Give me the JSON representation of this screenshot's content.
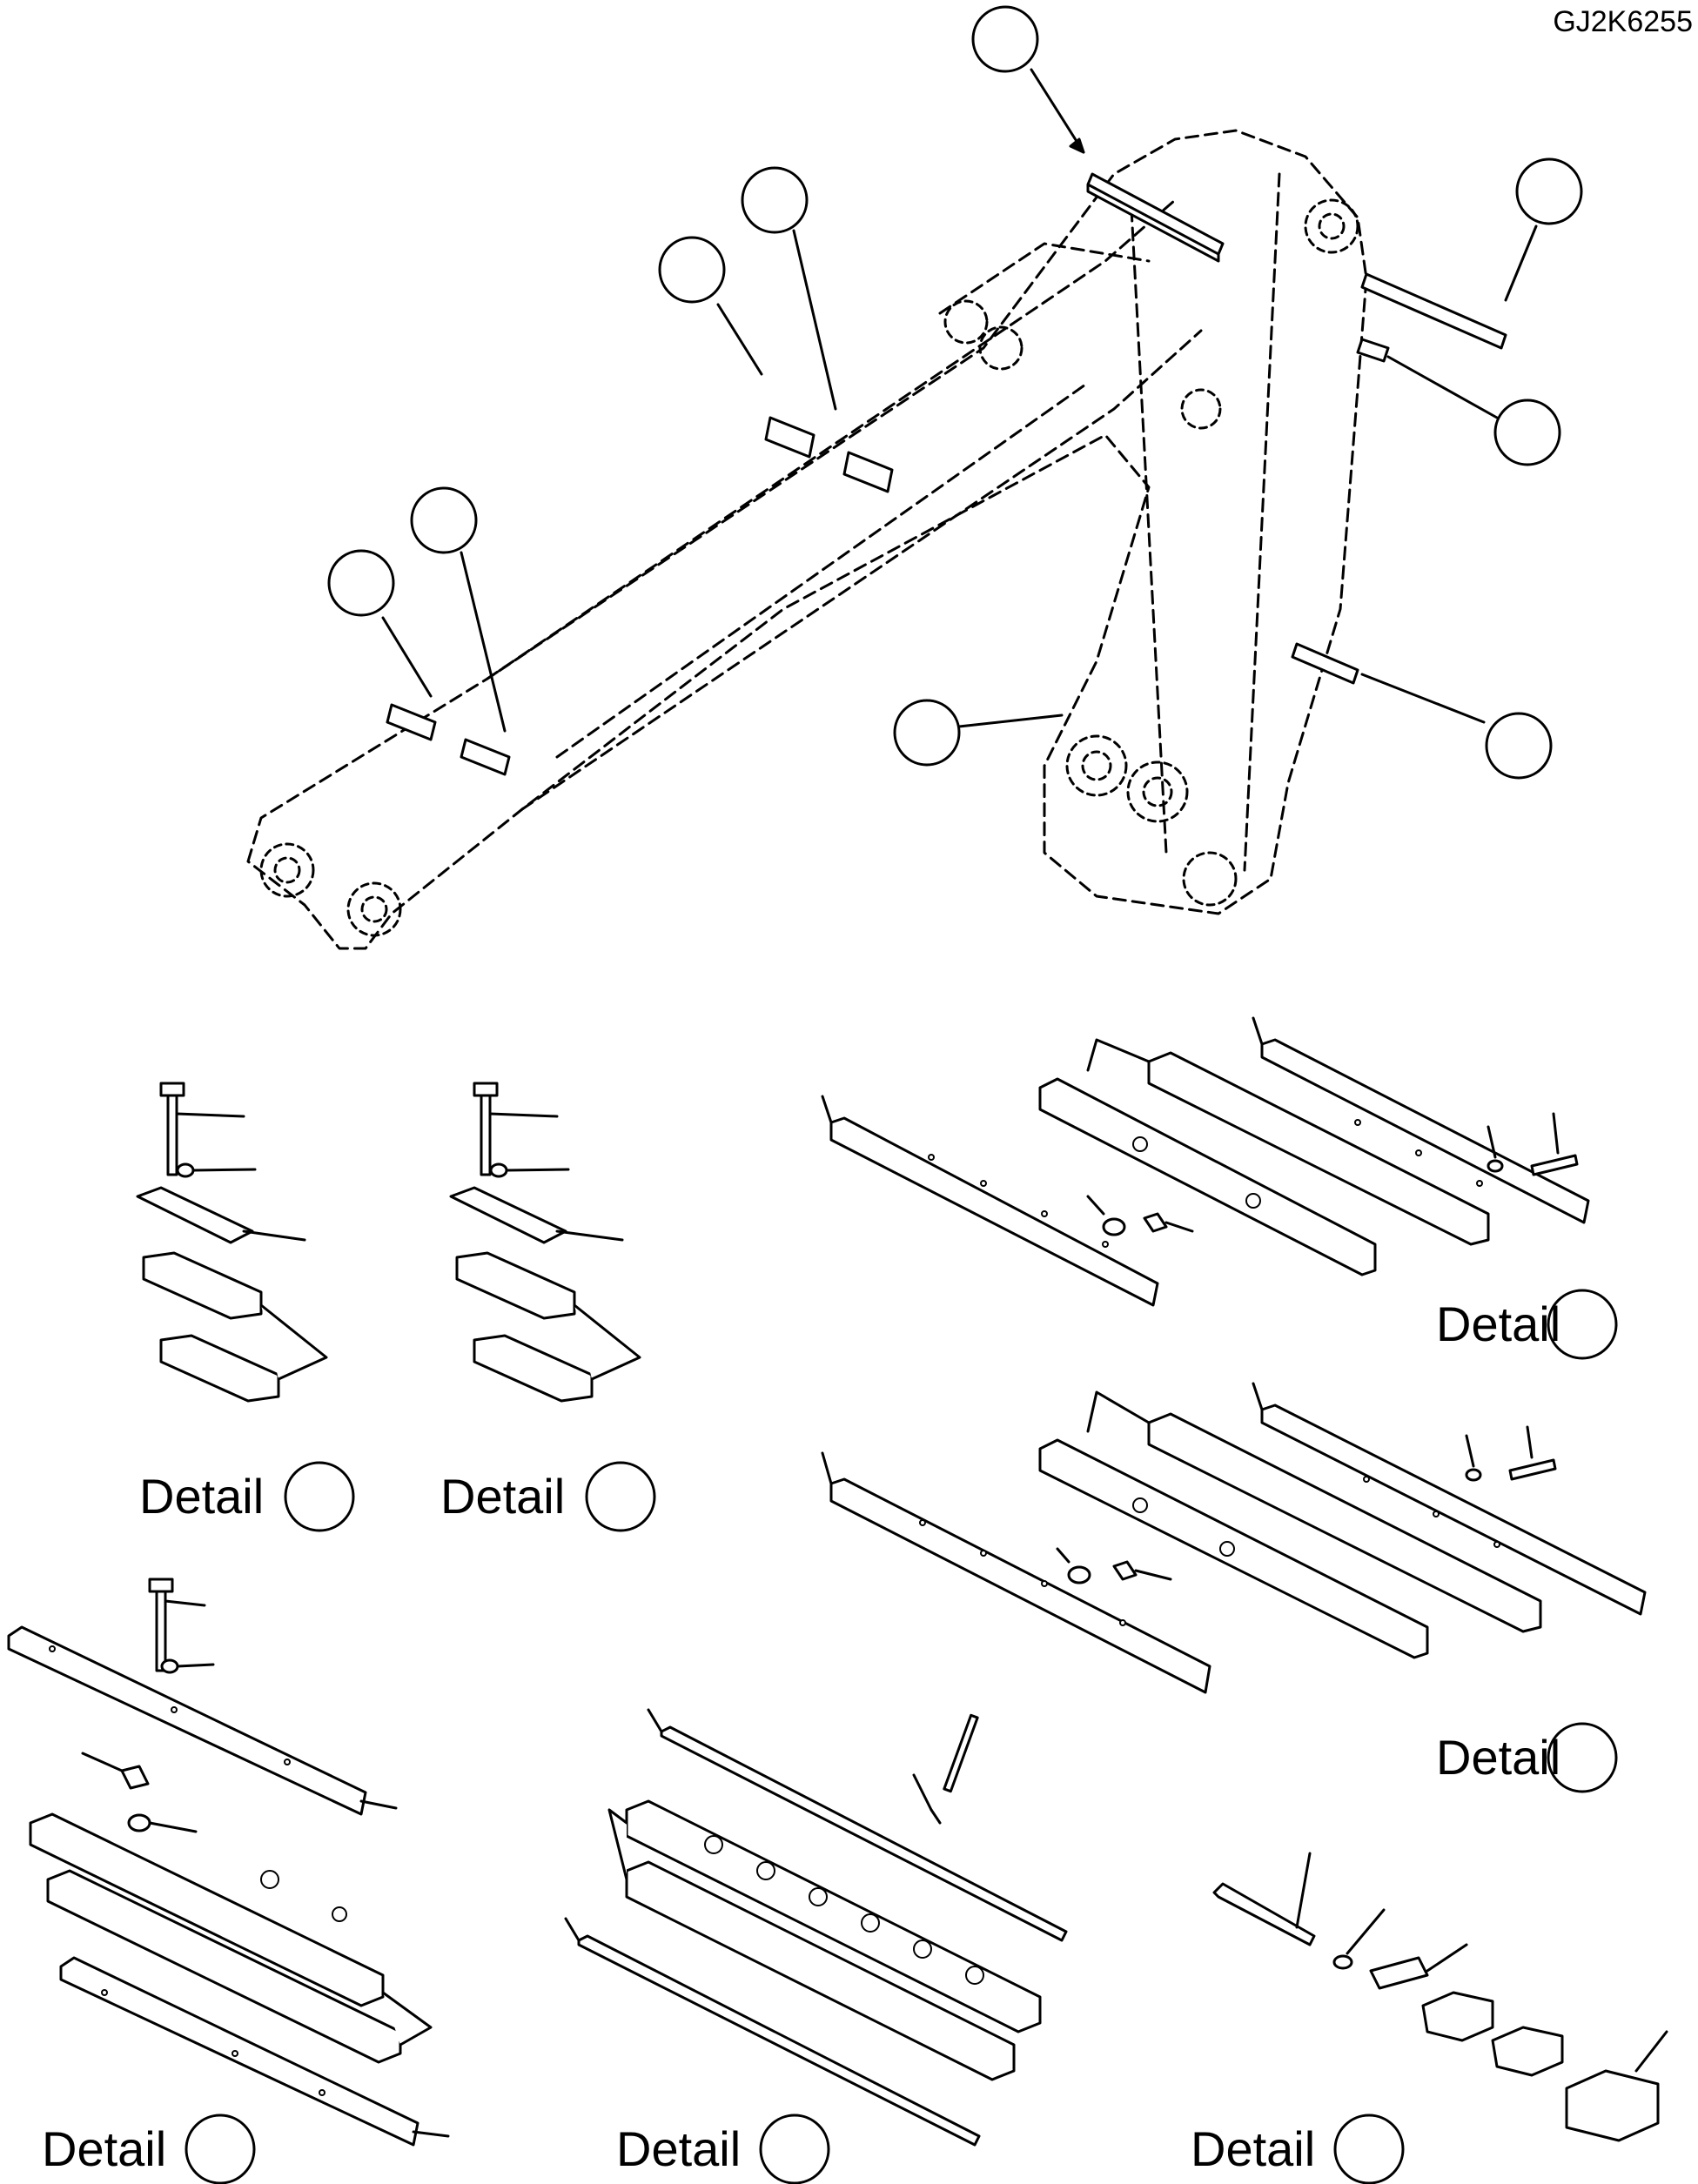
{
  "drawing_code": "GJ2K6255",
  "details": [
    {
      "label": "Detail"
    },
    {
      "label": "Detail"
    },
    {
      "label": "Detail"
    },
    {
      "label": "Detail"
    },
    {
      "label": "Detail"
    },
    {
      "label": "Detail"
    },
    {
      "label": "Detail"
    }
  ],
  "colors": {
    "line": "#000000",
    "background": "#ffffff",
    "part_fill": "#ffffff"
  }
}
